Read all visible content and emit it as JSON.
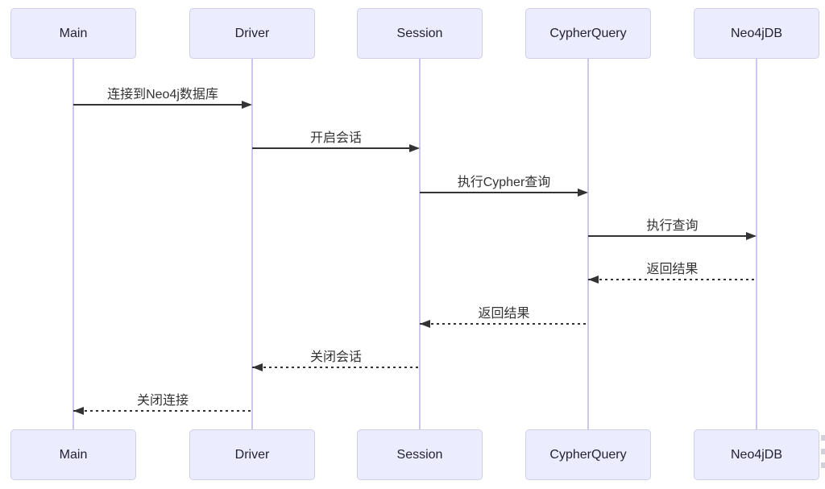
{
  "diagram": {
    "type": "sequence",
    "actors": [
      "Main",
      "Driver",
      "Session",
      "CypherQuery",
      "Neo4jDB"
    ],
    "messages": [
      {
        "from": "Main",
        "to": "Driver",
        "label": "连接到Neo4j数据库",
        "style": "solid"
      },
      {
        "from": "Driver",
        "to": "Session",
        "label": "开启会话",
        "style": "solid"
      },
      {
        "from": "Session",
        "to": "CypherQuery",
        "label": "执行Cypher查询",
        "style": "solid"
      },
      {
        "from": "CypherQuery",
        "to": "Neo4jDB",
        "label": "执行查询",
        "style": "solid"
      },
      {
        "from": "Neo4jDB",
        "to": "CypherQuery",
        "label": "返回结果",
        "style": "dashed"
      },
      {
        "from": "CypherQuery",
        "to": "Session",
        "label": "返回结果",
        "style": "dashed"
      },
      {
        "from": "Session",
        "to": "Driver",
        "label": "关闭会话",
        "style": "dashed"
      },
      {
        "from": "Driver",
        "to": "Main",
        "label": "关闭连接",
        "style": "dashed"
      }
    ],
    "colors": {
      "background": "#FFFFFF",
      "actor_fill": "#ECECFF",
      "actor_border": "#CFCFE8",
      "lifeline": "#CBC7EE",
      "message": "#333333"
    }
  }
}
